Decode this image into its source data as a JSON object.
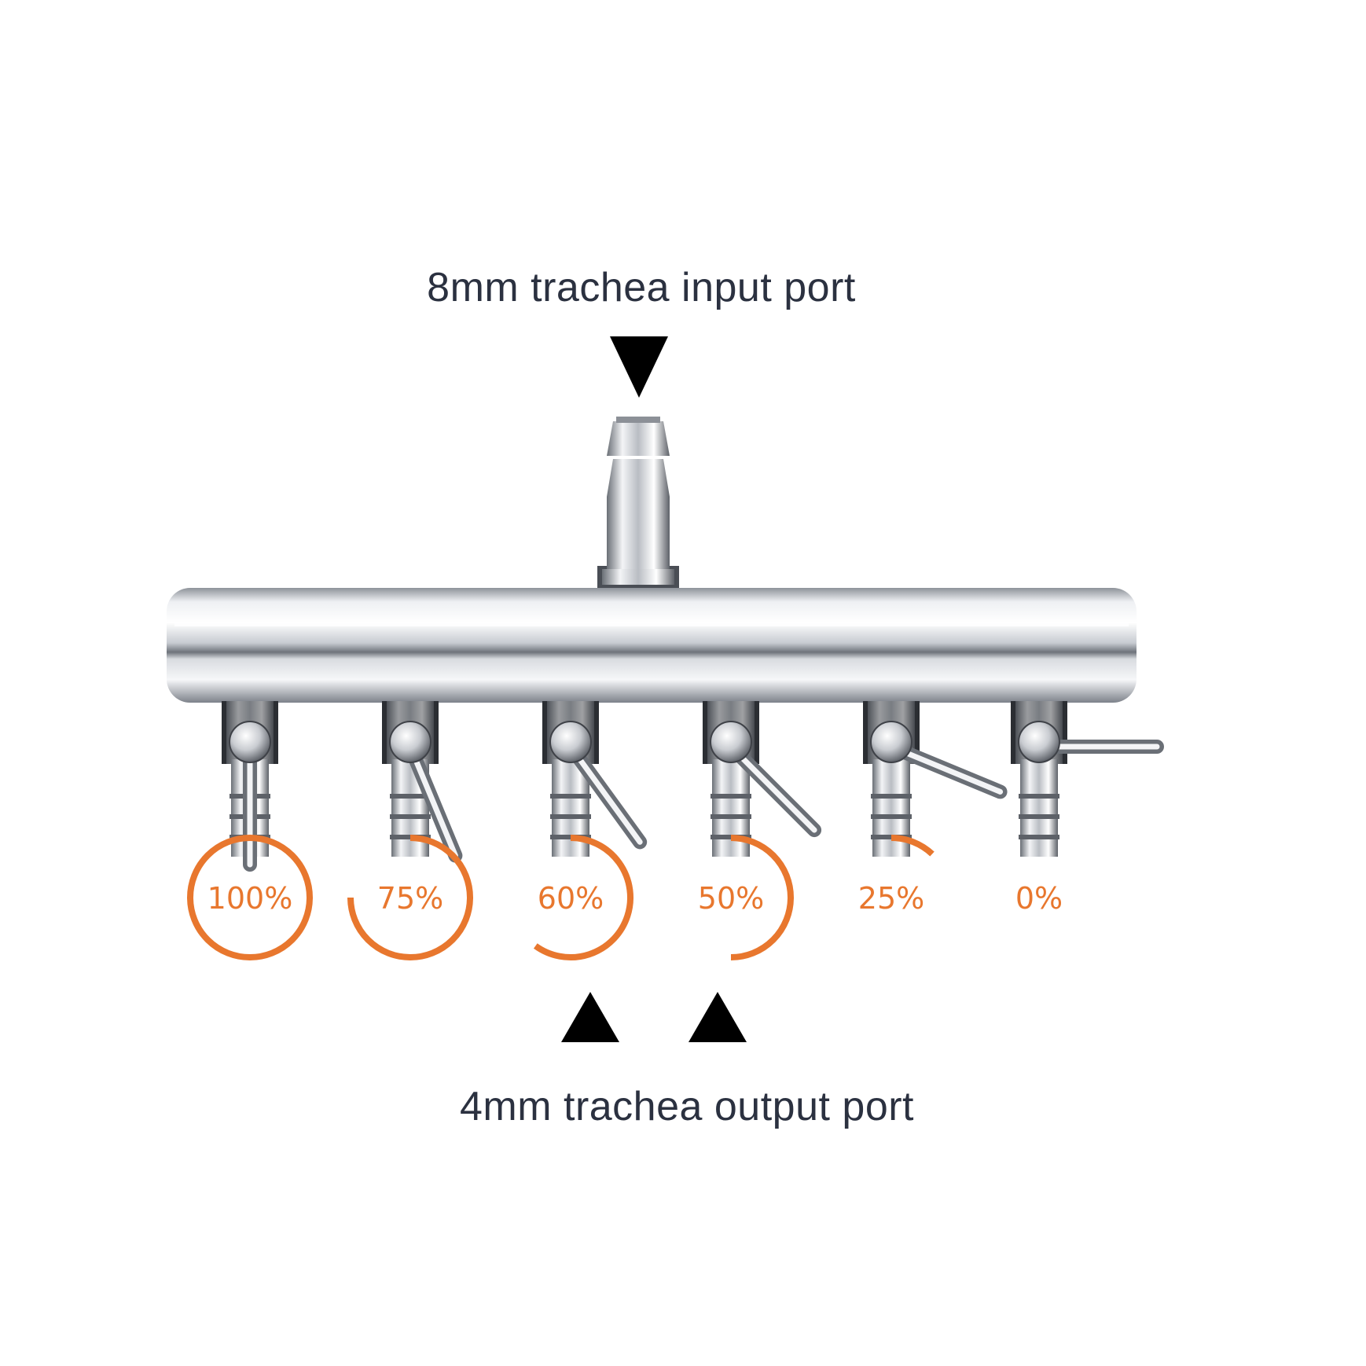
{
  "labels": {
    "input_port": "8mm trachea input port",
    "output_port": "4mm trachea output port"
  },
  "valves": [
    {
      "label": "100%",
      "open_fraction": 1.0,
      "arc_fraction": 1.0
    },
    {
      "label": "75%",
      "open_fraction": 0.75,
      "arc_fraction": 0.75
    },
    {
      "label": "60%",
      "open_fraction": 0.6,
      "arc_fraction": 0.6
    },
    {
      "label": "50%",
      "open_fraction": 0.5,
      "arc_fraction": 0.5
    },
    {
      "label": "25%",
      "open_fraction": 0.25,
      "arc_fraction": 0.12
    },
    {
      "label": "0%",
      "open_fraction": 0.0,
      "arc_fraction": 0.0
    }
  ],
  "colors": {
    "accent": "#e8772e",
    "text": "#2b3140",
    "arrow": "#000000",
    "metal_light": "#f4f5f7",
    "metal_mid": "#bfc3c9",
    "metal_dark": "#5d6168"
  },
  "icons": {
    "input_arrow": "down-triangle-icon",
    "output_arrows": "up-triangle-icon"
  }
}
